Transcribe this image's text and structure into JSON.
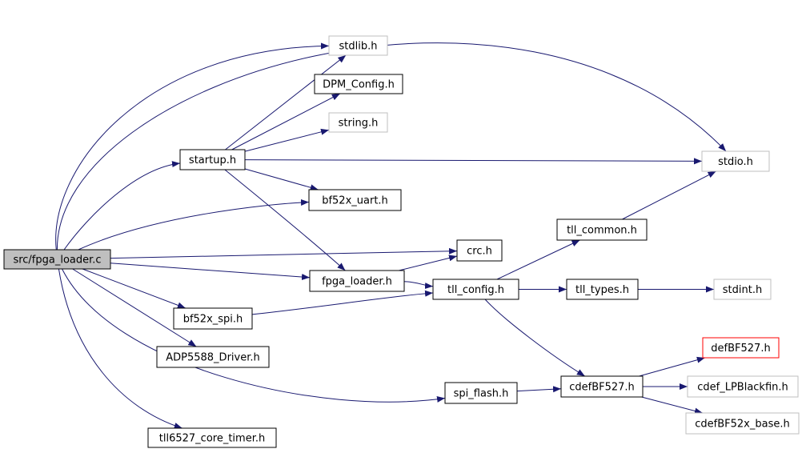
{
  "colors": {
    "edge": "#191970",
    "border_normal": "#000000",
    "border_external": "#bfbfbf",
    "border_truncated": "#ff0000",
    "fill_root": "#bfbfbf",
    "fill_normal": "#ffffff"
  },
  "nodes": [
    {
      "id": "fpga_loader_c",
      "label": "src/fpga_loader.c",
      "style": "root"
    },
    {
      "id": "startup_h",
      "label": "startup.h",
      "style": "normal"
    },
    {
      "id": "bf52x_uart_h",
      "label": "bf52x_uart.h",
      "style": "normal"
    },
    {
      "id": "crc_h",
      "label": "crc.h",
      "style": "normal"
    },
    {
      "id": "fpga_loader_h",
      "label": "fpga_loader.h",
      "style": "normal"
    },
    {
      "id": "bf52x_spi_h",
      "label": "bf52x_spi.h",
      "style": "normal"
    },
    {
      "id": "adp5588_h",
      "label": "ADP5588_Driver.h",
      "style": "normal"
    },
    {
      "id": "tll6527_h",
      "label": "tll6527_core_timer.h",
      "style": "normal"
    },
    {
      "id": "spi_flash_h",
      "label": "spi_flash.h",
      "style": "normal"
    },
    {
      "id": "stdlib_h",
      "label": "stdlib.h",
      "style": "external"
    },
    {
      "id": "dpm_config_h",
      "label": "DPM_Config.h",
      "style": "normal"
    },
    {
      "id": "string_h",
      "label": "string.h",
      "style": "external"
    },
    {
      "id": "stdio_h",
      "label": "stdio.h",
      "style": "external"
    },
    {
      "id": "tll_common_h",
      "label": "tll_common.h",
      "style": "normal"
    },
    {
      "id": "tll_config_h",
      "label": "tll_config.h",
      "style": "normal"
    },
    {
      "id": "tll_types_h",
      "label": "tll_types.h",
      "style": "normal"
    },
    {
      "id": "stdint_h",
      "label": "stdint.h",
      "style": "external"
    },
    {
      "id": "cdefbf527_h",
      "label": "cdefBF527.h",
      "style": "normal"
    },
    {
      "id": "defbf527_h",
      "label": "defBF527.h",
      "style": "truncated"
    },
    {
      "id": "cdef_lpblackfin_h",
      "label": "cdef_LPBlackfin.h",
      "style": "external"
    },
    {
      "id": "cdefbf52x_base_h",
      "label": "cdefBF52x_base.h",
      "style": "external"
    }
  ],
  "edges": [
    {
      "from": "fpga_loader_c",
      "to": "stdlib_h"
    },
    {
      "from": "fpga_loader_c",
      "to": "stdio_h"
    },
    {
      "from": "fpga_loader_c",
      "to": "startup_h"
    },
    {
      "from": "fpga_loader_c",
      "to": "bf52x_uart_h"
    },
    {
      "from": "fpga_loader_c",
      "to": "crc_h"
    },
    {
      "from": "fpga_loader_c",
      "to": "fpga_loader_h"
    },
    {
      "from": "fpga_loader_c",
      "to": "bf52x_spi_h"
    },
    {
      "from": "fpga_loader_c",
      "to": "adp5588_h"
    },
    {
      "from": "fpga_loader_c",
      "to": "spi_flash_h"
    },
    {
      "from": "fpga_loader_c",
      "to": "tll6527_h"
    },
    {
      "from": "startup_h",
      "to": "stdlib_h"
    },
    {
      "from": "startup_h",
      "to": "dpm_config_h"
    },
    {
      "from": "startup_h",
      "to": "string_h"
    },
    {
      "from": "startup_h",
      "to": "stdio_h"
    },
    {
      "from": "startup_h",
      "to": "bf52x_uart_h"
    },
    {
      "from": "startup_h",
      "to": "fpga_loader_h"
    },
    {
      "from": "fpga_loader_h",
      "to": "crc_h"
    },
    {
      "from": "fpga_loader_h",
      "to": "tll_config_h"
    },
    {
      "from": "bf52x_spi_h",
      "to": "tll_config_h"
    },
    {
      "from": "tll_config_h",
      "to": "tll_common_h"
    },
    {
      "from": "tll_config_h",
      "to": "tll_types_h"
    },
    {
      "from": "tll_config_h",
      "to": "cdefbf527_h"
    },
    {
      "from": "tll_common_h",
      "to": "stdio_h"
    },
    {
      "from": "tll_types_h",
      "to": "stdint_h"
    },
    {
      "from": "spi_flash_h",
      "to": "cdefbf527_h"
    },
    {
      "from": "cdefbf527_h",
      "to": "defbf527_h"
    },
    {
      "from": "cdefbf527_h",
      "to": "cdef_lpblackfin_h"
    },
    {
      "from": "cdefbf527_h",
      "to": "cdefbf52x_base_h"
    }
  ]
}
